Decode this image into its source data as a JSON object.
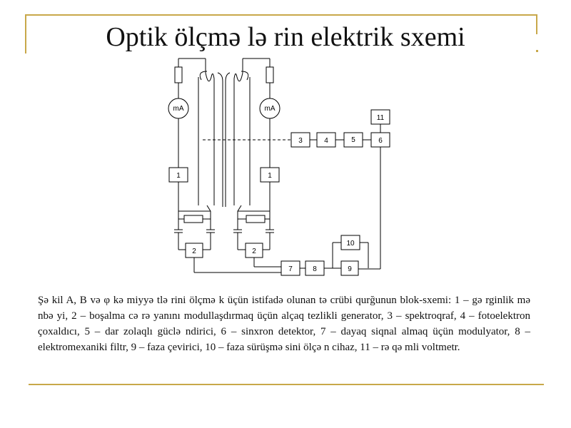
{
  "title": "Optik ölçmə lə rin elektrik sxemi",
  "diagram": {
    "meter_left": "mA",
    "meter_right": "mA",
    "box_1_left": "1",
    "box_1_right": "1",
    "box_2_left": "2",
    "box_2_right": "2",
    "box_3": "3",
    "box_4": "4",
    "box_5": "5",
    "box_6": "6",
    "box_7": "7",
    "box_8": "8",
    "box_9": "9",
    "box_10": "10",
    "box_11": "11"
  },
  "caption": "Şə kil A, B və φ kə miyyə tlə rini ölçmə k üçün istifadə olunan tə crübi qurğunun blok-sxemi: 1 – gə rginlik mə nbə yi, 2 – boşalma cə rə yanını modullaşdırmaq üçün alçaq tezlikli generator, 3 – spektroqraf, 4 – fotoelektron çoxaldıcı, 5 – dar zolaqlı güclə ndirici, 6 – sinxron detektor, 7 – dayaq siqnal almaq üçün modulyator, 8 – elektromexaniki filtr, 9 – faza çevirici, 10 – faza sürüşmə sini ölçə n cihaz, 11 – rə qə mli voltmetr.",
  "colors": {
    "frame": "#c8a84a",
    "ink": "#000000"
  }
}
